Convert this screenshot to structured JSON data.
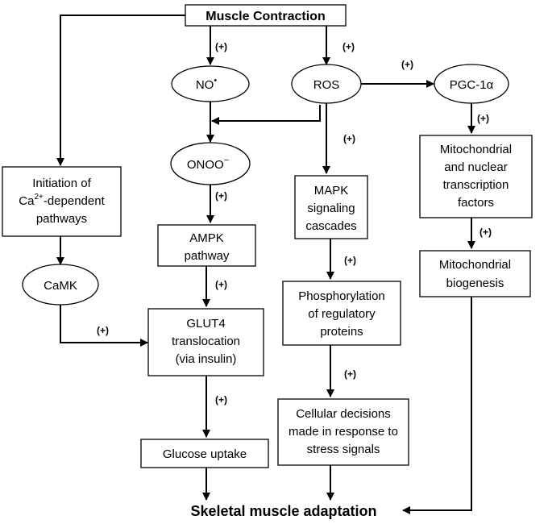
{
  "nodes": {
    "muscle_contraction": "Muscle Contraction",
    "no": "NO",
    "no_sup": "•",
    "ros": "ROS",
    "pgc": "PGC-1α",
    "onoo": "ONOO",
    "onoo_sup": "−",
    "ca_line1": "Initiation of",
    "ca_line2_pre": "Ca",
    "ca_line2_sup": "2+",
    "ca_line2_post": "-dependent",
    "ca_line3": "pathways",
    "mapk": [
      "MAPK",
      "signaling",
      "cascades"
    ],
    "mito_factors": [
      "Mitochondrial",
      "and nuclear",
      "transcription",
      "factors"
    ],
    "ampk": [
      "AMPK",
      "pathway"
    ],
    "camk": "CaMK",
    "mito_bio": [
      "Mitochondrial",
      "biogenesis"
    ],
    "phospho": [
      "Phosphorylation",
      "of regulatory",
      "proteins"
    ],
    "glut4": [
      "GLUT4",
      "translocation",
      "(via insulin)"
    ],
    "cellular": [
      "Cellular decisions",
      "made in response to",
      "stress signals"
    ],
    "glucose": "Glucose uptake",
    "final": "Skeletal muscle adaptation"
  },
  "plus_label": "(+)"
}
